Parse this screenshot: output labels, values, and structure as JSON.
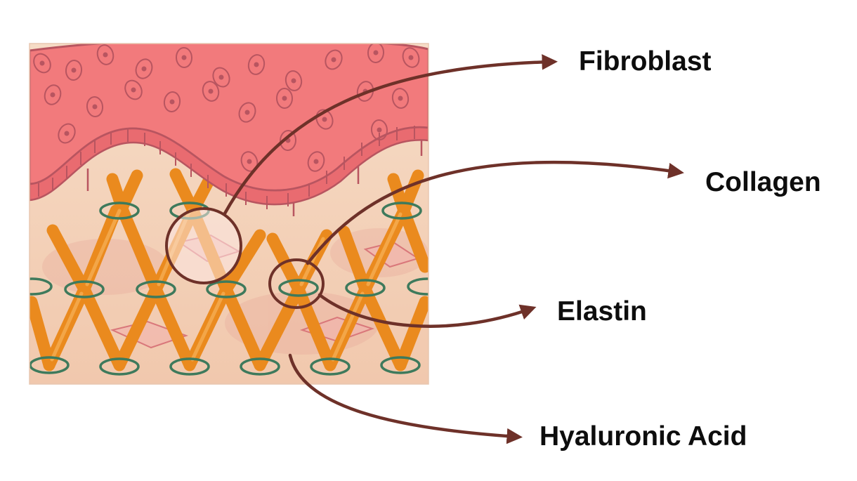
{
  "labels": {
    "fibroblast": "Fibroblast",
    "collagen": "Collagen",
    "elastin": "Elastin",
    "hyaluronic_acid": "Hyaluronic Acid"
  },
  "colors": {
    "epidermis": "#f27a7c",
    "epidermis_edge": "#b85560",
    "dermis": "#f3cdb3",
    "collagen": "#ee9124",
    "elastin": "#3e7a5c",
    "arrow": "#6e3129"
  }
}
